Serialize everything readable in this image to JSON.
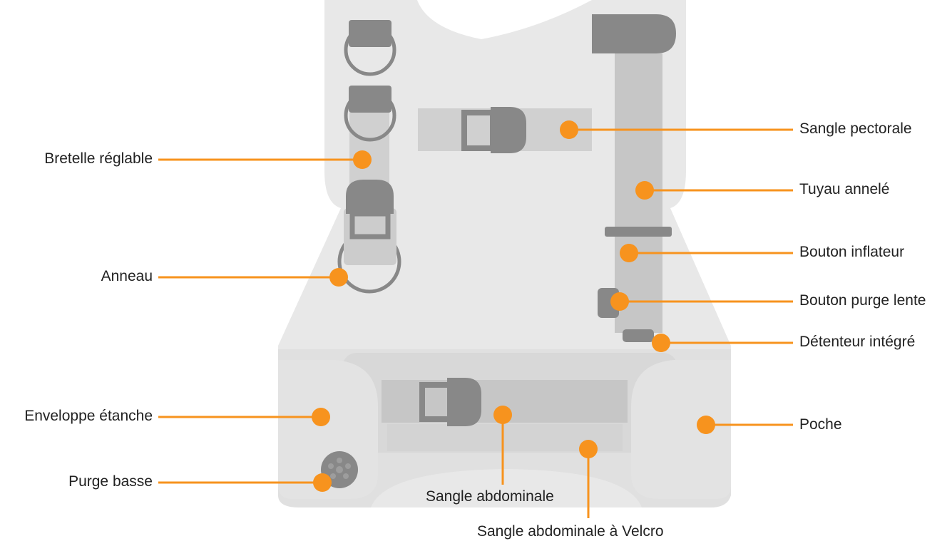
{
  "colors": {
    "accent": "#f7931e",
    "vest_light": "#e8e8e8",
    "vest_mid": "#dcdcdc",
    "strap": "#c6c6c6",
    "hardware": "#888888",
    "text": "#222222"
  },
  "labels": {
    "bretelle": "Bretelle réglable",
    "anneau": "Anneau",
    "enveloppe": "Enveloppe étanche",
    "purge_basse": "Purge basse",
    "sangle_pectorale": "Sangle pectorale",
    "tuyau": "Tuyau annelé",
    "bouton_inflateur": "Bouton inflateur",
    "bouton_purge_lente": "Bouton purge lente",
    "detenteur": "Détenteur intégré",
    "poche": "Poche",
    "sangle_abdominale": "Sangle abdominale",
    "sangle_velcro": "Sangle abdominale à Velcro"
  }
}
